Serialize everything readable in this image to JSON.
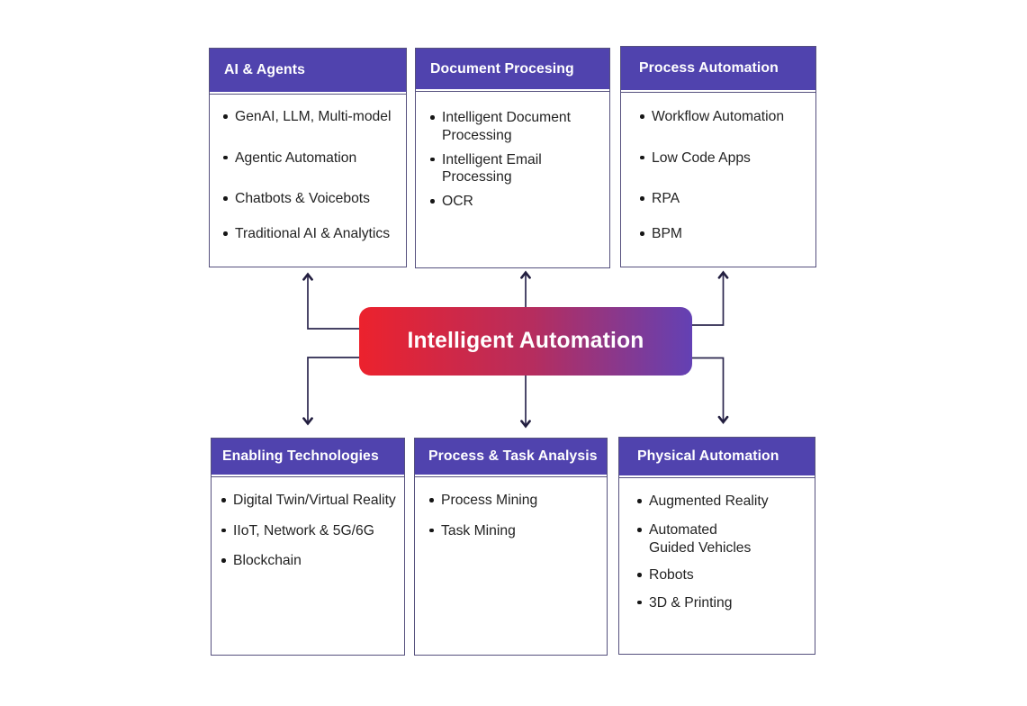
{
  "diagram": {
    "center": {
      "label": "Intelligent Automation",
      "gradient_from": "#ec222d",
      "gradient_mid": "#b62d5e",
      "gradient_to": "#6341b4"
    },
    "colors": {
      "header_background": "#5043ae",
      "box_border": "#56517e",
      "arrow_line": "#2c274f",
      "arrow_head": "#221e3f",
      "body_text": "#232323",
      "header_text": "#ffffff"
    },
    "boxes": [
      {
        "id": "ai-agents",
        "title": "AI & Agents",
        "items": [
          "GenAI, LLM, Multi-model",
          "Agentic Automation",
          "Chatbots & Voicebots",
          "Traditional AI & Analytics"
        ]
      },
      {
        "id": "document-processing",
        "title": "Document Procesing",
        "items": [
          "Intelligent Document\nProcessing",
          "Intelligent Email\nProcessing",
          "OCR"
        ]
      },
      {
        "id": "process-automation",
        "title": "Process Automation",
        "items": [
          "Workflow Automation",
          "Low Code Apps",
          "RPA",
          "BPM"
        ]
      },
      {
        "id": "enabling-technologies",
        "title": "Enabling Technologies",
        "items": [
          "Digital Twin/Virtual Reality",
          "IIoT, Network & 5G/6G",
          "Blockchain"
        ]
      },
      {
        "id": "process-task-analysis",
        "title": "Process & Task Analysis",
        "items": [
          "Process Mining",
          "Task Mining"
        ]
      },
      {
        "id": "physical-automation",
        "title": "Physical Automation",
        "items": [
          "Augmented Reality",
          "Automated\nGuided Vehicles",
          "Robots",
          "3D & Printing"
        ]
      }
    ]
  }
}
